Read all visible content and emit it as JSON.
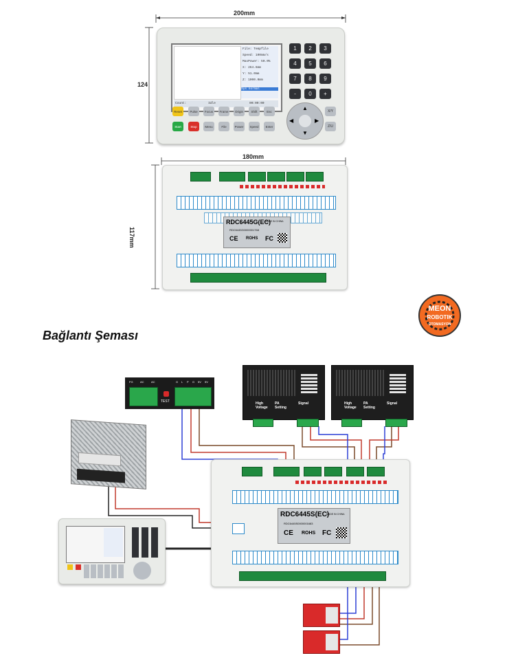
{
  "top_controller": {
    "width_label": "200mm",
    "height_label": "124",
    "screen_info": [
      "File: Tempfile",
      "Speed: 100mm/s",
      "MaxPower: 50.0%",
      "X: 264.6mm",
      "Y: 51.0mm",
      "Z: 1000.0mm",
      "Sys normal"
    ],
    "status_left": "Count:",
    "status_idle": "Idle",
    "status_time": "00:00:00",
    "keypad": [
      "1",
      "2",
      "3",
      "4",
      "5",
      "6",
      "7",
      "8",
      "9",
      "-",
      "0",
      "+"
    ],
    "fkeys_row1": [
      "Reset",
      "Pulse",
      "Focus",
      "Frame",
      "Origin",
      "Shift",
      "Esc"
    ],
    "fkeys_row2": [
      "Start",
      "Stop",
      "Menu",
      "File",
      "Power",
      "Speed",
      "Enter"
    ],
    "side_keys": [
      "X/Y",
      "Z/U"
    ]
  },
  "top_board": {
    "width_label": "180mm",
    "height_label": "117mm",
    "model": "RDC6445G(EC)",
    "made_in": "MADE IN CHINA",
    "serial": "RDC6445G0000001768",
    "marks": [
      "CE",
      "ROHS",
      "FC"
    ]
  },
  "section_title": "Bağlantı Şeması",
  "logo": {
    "line1": "MEON",
    "line2": "ROBOTIK",
    "line3": "OTOMASYON"
  },
  "diagram": {
    "board_model": "RDC6445S(EC)",
    "made_in": "MADE IN CHINA",
    "serial": "RDC6445S0000001683",
    "marks": [
      "CE",
      "ROHS",
      "FC"
    ],
    "driver_labels": [
      "High Voltage",
      "PA Setting",
      "Signal"
    ],
    "test_label": "TEST",
    "power_terminals": [
      "FG",
      "AC",
      "AC"
    ],
    "signal_terminals": [
      "G",
      "L",
      "P",
      "G",
      "5V",
      "5V"
    ]
  }
}
